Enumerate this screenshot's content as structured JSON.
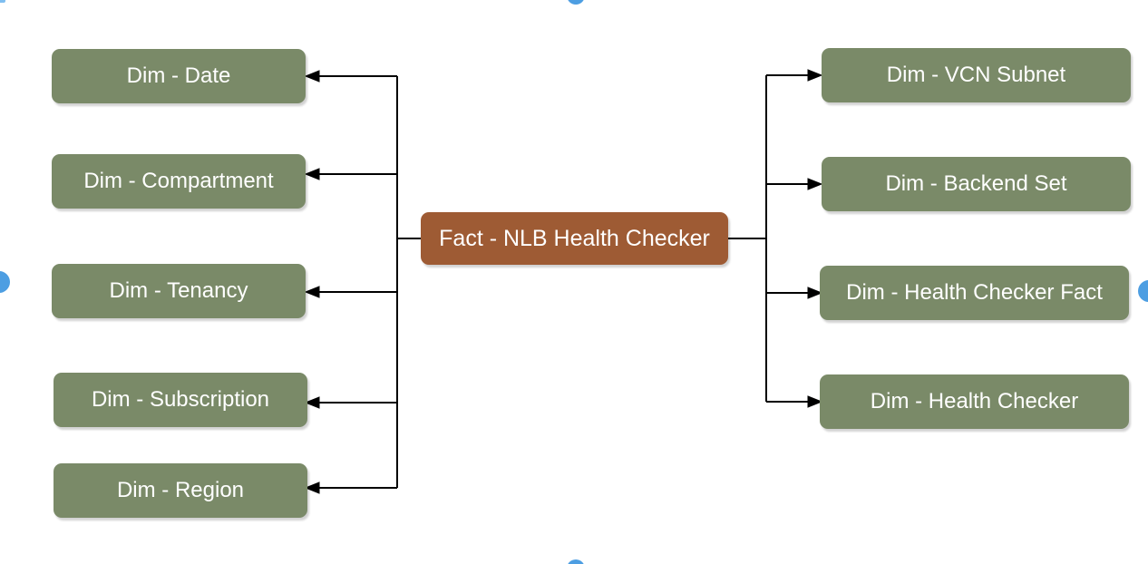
{
  "colors": {
    "dimension_fill": "#7A8A68",
    "fact_fill": "#9E5B34",
    "node_text": "#ffffff",
    "connector": "#000000",
    "scroll_dot": "#4D9EE2"
  },
  "fact": {
    "label": "Fact - NLB Health Checker"
  },
  "left_dimensions": [
    {
      "label": "Dim - Date"
    },
    {
      "label": "Dim - Compartment"
    },
    {
      "label": "Dim - Tenancy"
    },
    {
      "label": "Dim - Subscription"
    },
    {
      "label": "Dim - Region"
    }
  ],
  "right_dimensions": [
    {
      "label": "Dim - VCN Subnet"
    },
    {
      "label": "Dim - Backend Set"
    },
    {
      "label": "Dim - Health Checker Fact"
    },
    {
      "label": "Dim - Health Checker"
    }
  ]
}
